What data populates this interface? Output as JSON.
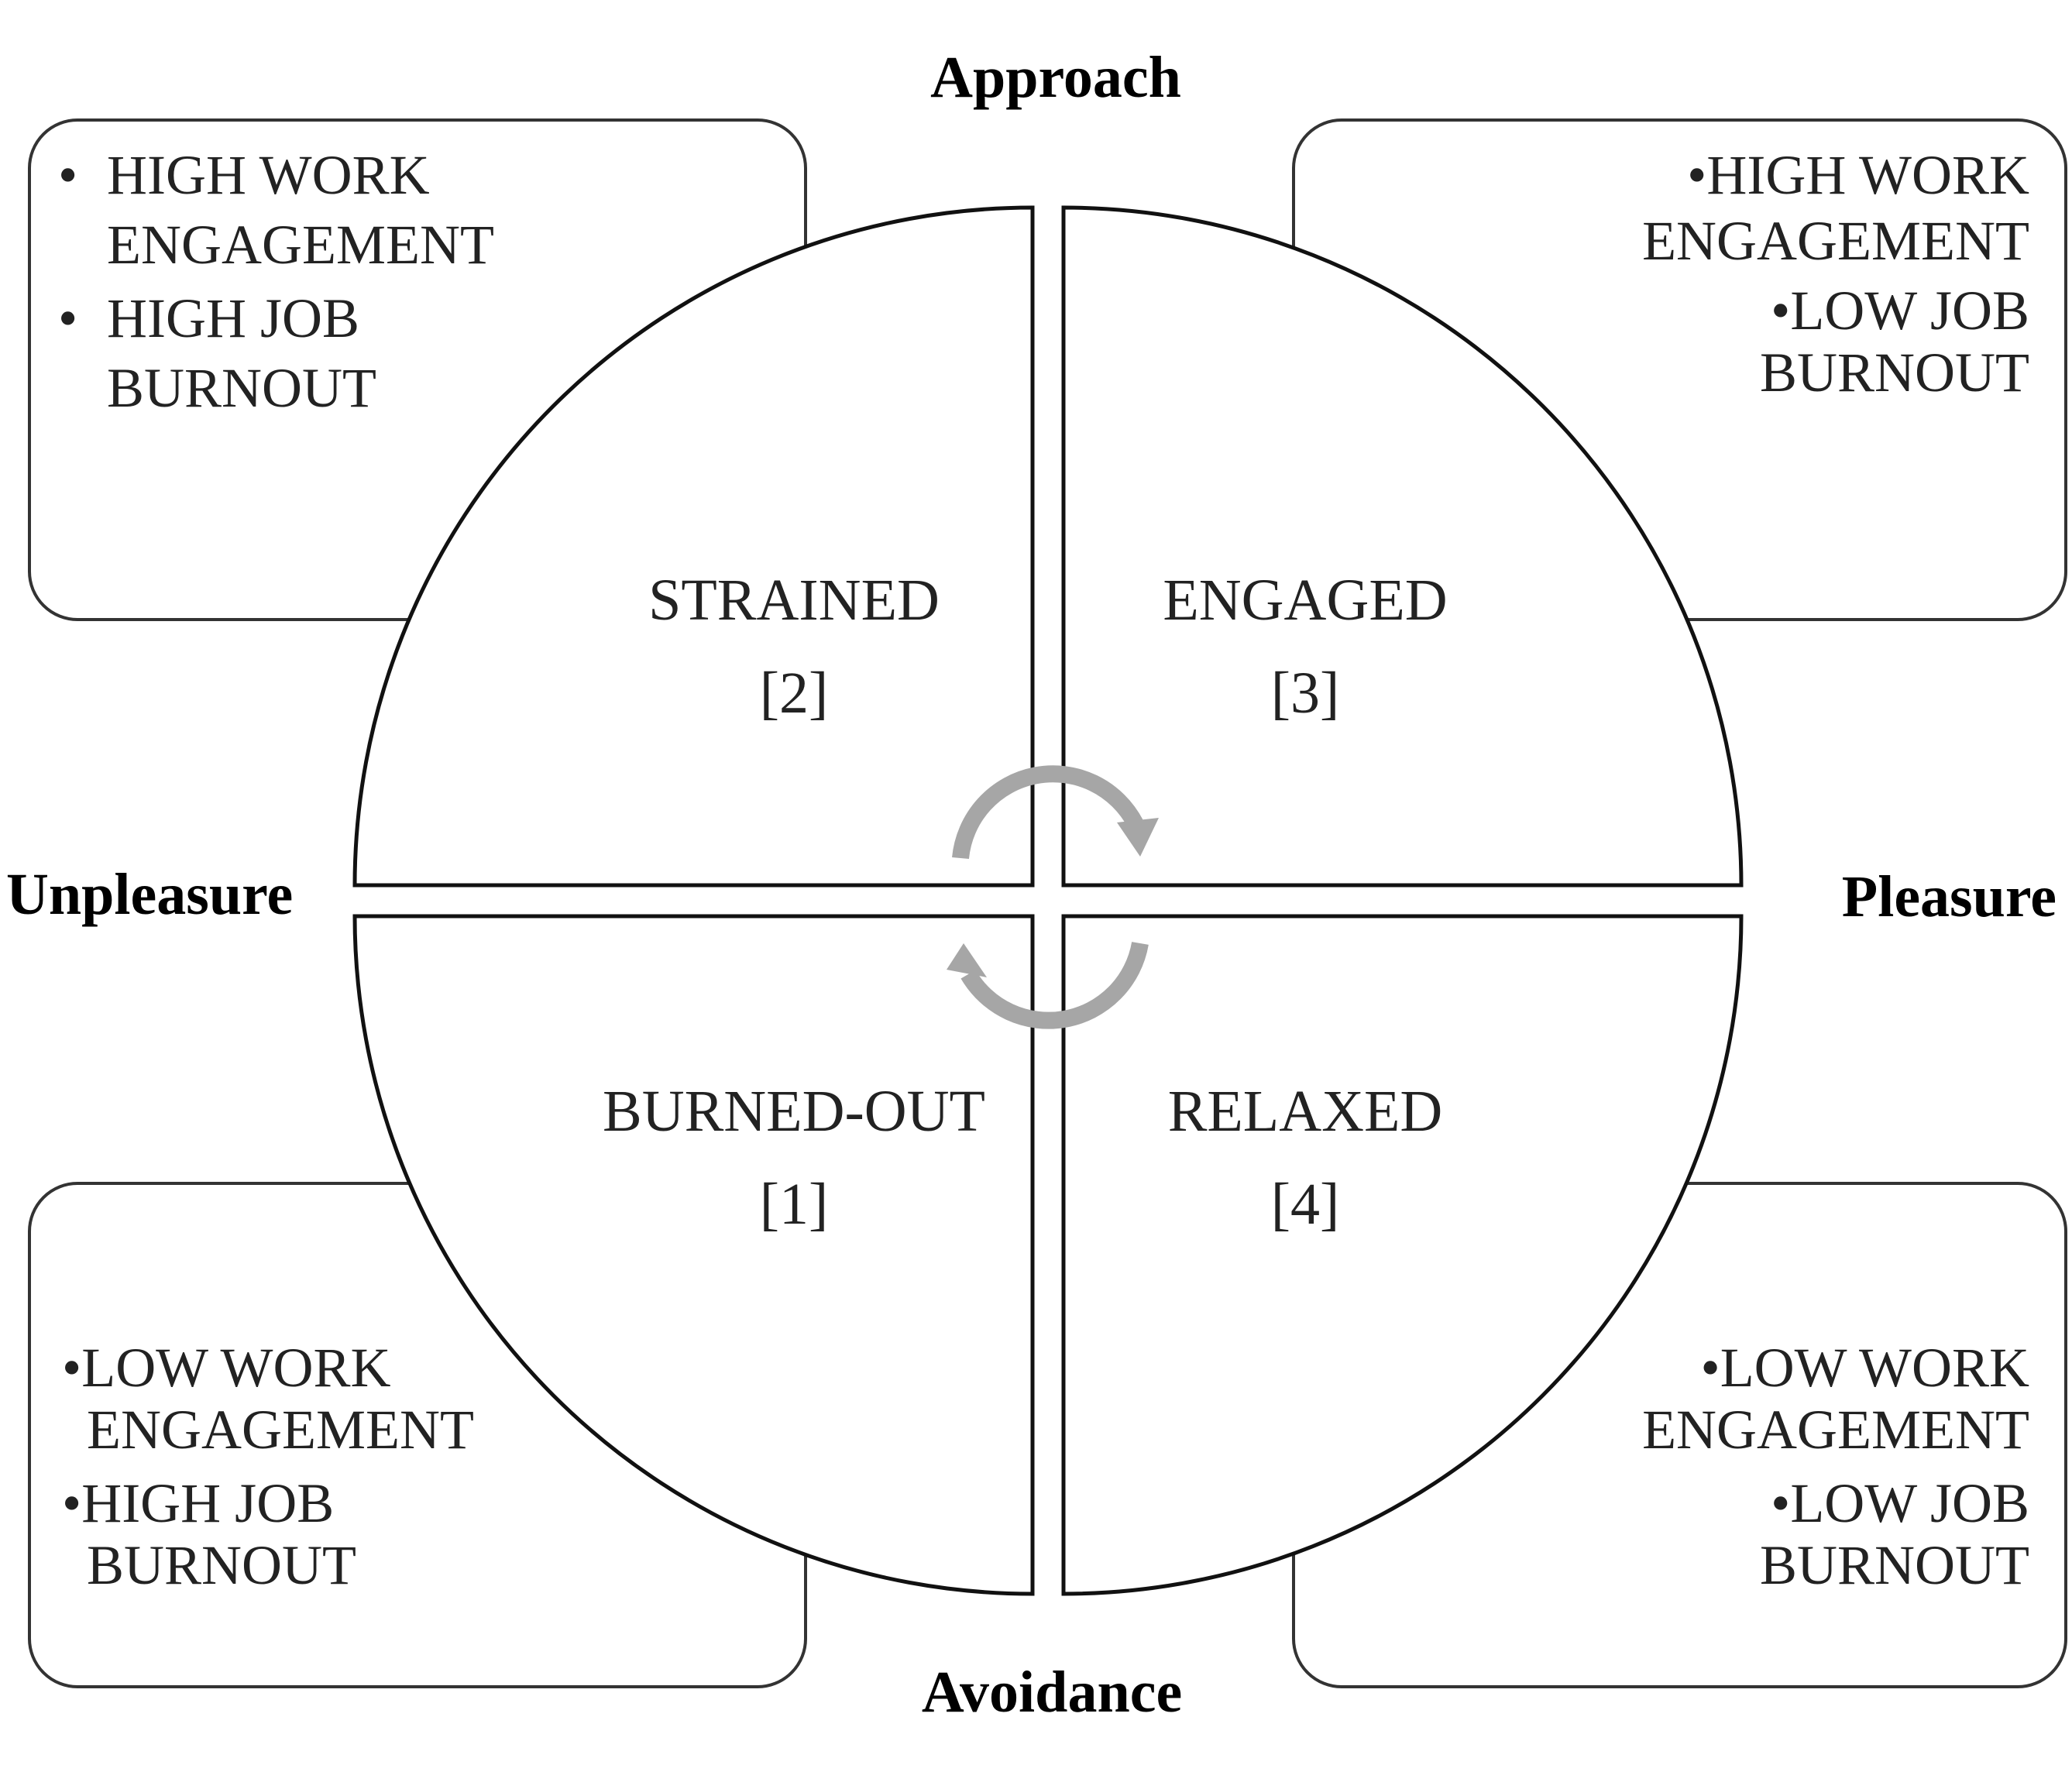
{
  "axes": {
    "top": "Approach",
    "bottom": "Avoidance",
    "left": "Unpleasure",
    "right": "Pleasure"
  },
  "quadrants": {
    "top_left": {
      "name": "STRAINED",
      "number": "[2]"
    },
    "top_right": {
      "name": "ENGAGED",
      "number": "[3]"
    },
    "bottom_left": {
      "name": "BURNED-OUT",
      "number": "[1]"
    },
    "bottom_right": {
      "name": "RELAXED",
      "number": "[4]"
    }
  },
  "boxes": {
    "top_left": {
      "bullet": "•",
      "item1_line1": "HIGH WORK",
      "item1_line2": "ENGAGEMENT",
      "item2_line1": "HIGH JOB",
      "item2_line2": "BURNOUT"
    },
    "top_right": {
      "item1_line1": "•HIGH WORK",
      "item1_line2": "ENGAGEMENT",
      "item2_line1": "•LOW JOB",
      "item2_line2": "BURNOUT"
    },
    "bottom_left": {
      "item1_line1": "•LOW WORK",
      "item1_line2": "ENGAGEMENT",
      "item2_line1": "•HIGH JOB",
      "item2_line2": "BURNOUT"
    },
    "bottom_right": {
      "item1_line1": "•LOW WORK",
      "item1_line2": "ENGAGEMENT",
      "item2_line1": "•LOW JOB",
      "item2_line2": "BURNOUT"
    }
  },
  "colors": {
    "cycle_arrows": "#a6a6a6"
  }
}
